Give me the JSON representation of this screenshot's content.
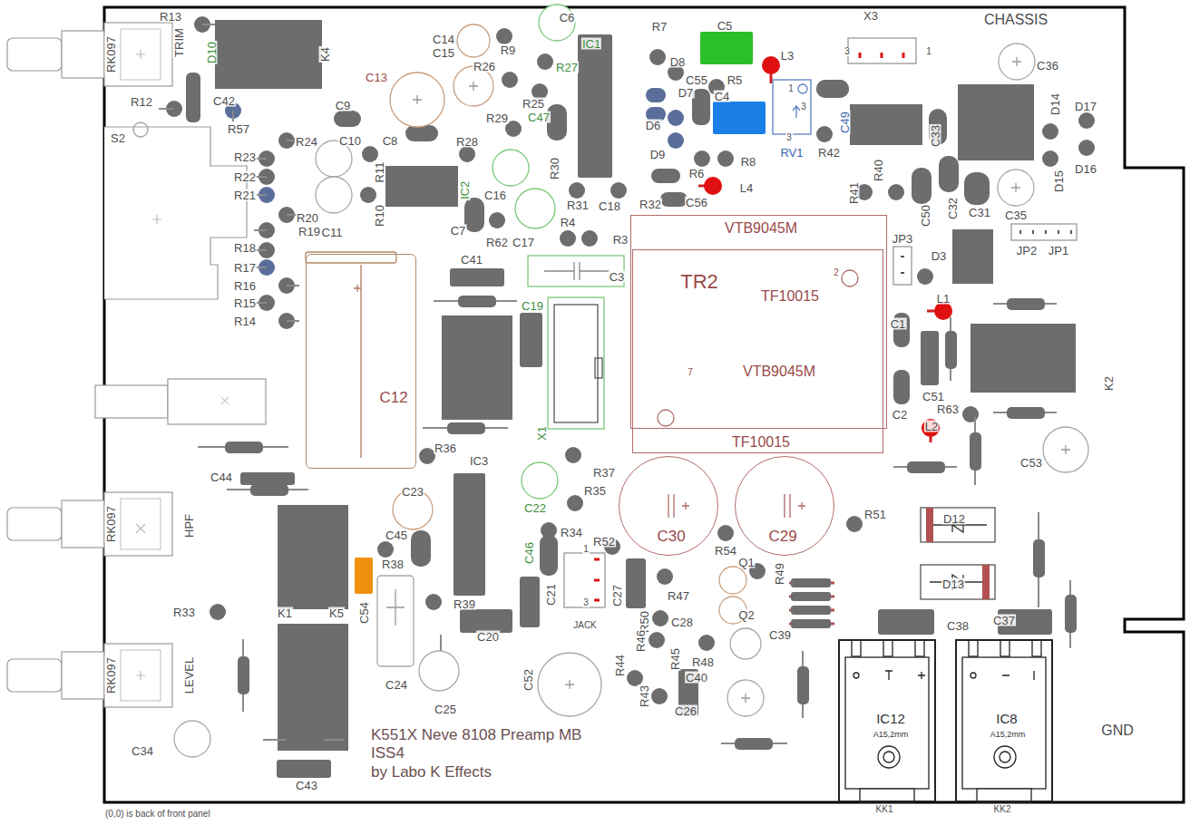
{
  "diagram": {
    "nodes": [
      {
        "text": [
          "VTB9045M",
          "VTB9045M",
          "2",
          "7"
        ]
      },
      {
        "text": [
          "TR2",
          "TF10015",
          "TF10015"
        ]
      },
      {
        "text": [
          "C12"
        ]
      },
      {
        "text": [
          "C30"
        ]
      },
      {
        "text": [
          "C29"
        ]
      },
      {
        "text": [
          "IC12",
          "A15,2mm"
        ]
      },
      {
        "text": [
          "IC8",
          "A15,2mm"
        ]
      }
    ],
    "labels": [
      "R13",
      "TRIM",
      "D10",
      "RK097",
      "K4",
      "R12",
      "C42",
      "R57",
      "S2",
      "C13",
      "C9",
      "R24",
      "C10",
      "C8",
      "R23",
      "R22",
      "R21",
      "R11",
      "R10",
      "R20",
      "R19",
      "C11",
      "R18",
      "R17",
      "R16",
      "R15",
      "R14",
      "C14",
      "C15",
      "R26",
      "R9",
      "C6",
      "IC1",
      "R27",
      "R25",
      "C47",
      "R29",
      "R30",
      "R28",
      "IC2",
      "C7",
      "C16",
      "R62",
      "C17",
      "R31",
      "C18",
      "R32",
      "R4",
      "R3",
      "R7",
      "D8",
      "C55",
      "R5",
      "D7",
      "D6",
      "C5",
      "L3",
      "C4",
      "R8",
      "D9",
      "R6",
      "L4",
      "C56",
      "RV1",
      "1",
      "3",
      "3",
      "R42",
      "X3",
      "3",
      "1",
      "CHASSIS",
      "C36",
      "C49",
      "C33",
      "D14",
      "D17",
      "D16",
      "D15",
      "C35",
      "R41",
      "R40",
      "C50",
      "C32",
      "C31",
      "JP2",
      "JP1",
      "JP3",
      "D3",
      "L1",
      "C41",
      "C3",
      "C19",
      "X1",
      "C1",
      "C51",
      "C2",
      "K2",
      "R63",
      "L2",
      "C53",
      "C44",
      "RK097",
      "HPF",
      "R36",
      "IC3",
      "C23",
      "C22",
      "R37",
      "R35",
      "C45",
      "R38",
      "C46",
      "R34",
      "R52",
      "1",
      "3",
      "JACK",
      "C21",
      "C27",
      "R54",
      "Q1",
      "Q2",
      "R49",
      "R51",
      "D12",
      "D13",
      "R47",
      "R50",
      "C28",
      "R46",
      "R45",
      "R48",
      "C40",
      "C38",
      "C37",
      "C39",
      "R44",
      "R43",
      "C26",
      "C52",
      "R33",
      "K1",
      "K5",
      "C54",
      "R39",
      "C20",
      "C24",
      "C25",
      "RK097",
      "LEVEL",
      "C34",
      "C43",
      "K551X Neve 8108 Preamp MB",
      "ISS4",
      "by Labo K Effects",
      "KK1",
      "KK2",
      "GND",
      "(0,0) is back of front panel"
    ]
  }
}
